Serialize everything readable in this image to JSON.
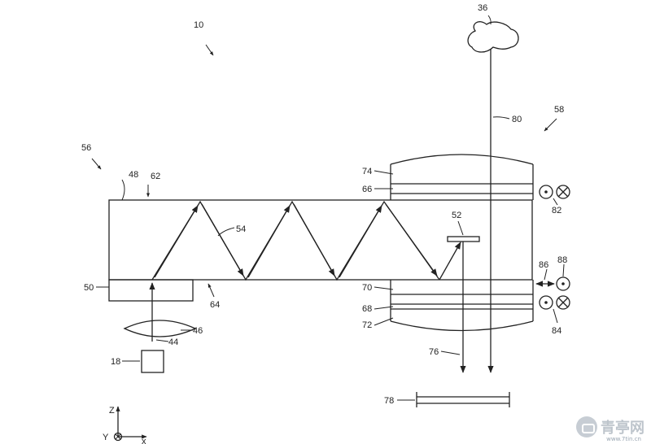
{
  "figure": {
    "ref_labels": {
      "r10": "10",
      "r18": "18",
      "r36": "36",
      "r44": "44",
      "r46": "46",
      "r48": "48",
      "r50": "50",
      "r52": "52",
      "r54": "54",
      "r56": "56",
      "r58": "58",
      "r62": "62",
      "r64": "64",
      "r66": "66",
      "r68": "68",
      "r70": "70",
      "r72": "72",
      "r74": "74",
      "r76": "76",
      "r78": "78",
      "r80": "80",
      "r82": "82",
      "r84": "84",
      "r86": "86",
      "r88": "88"
    },
    "axes": {
      "z": "Z",
      "y": "Y",
      "x": "x"
    }
  },
  "watermark": {
    "brand": "青亭网",
    "site": "www.7tin.cn"
  }
}
